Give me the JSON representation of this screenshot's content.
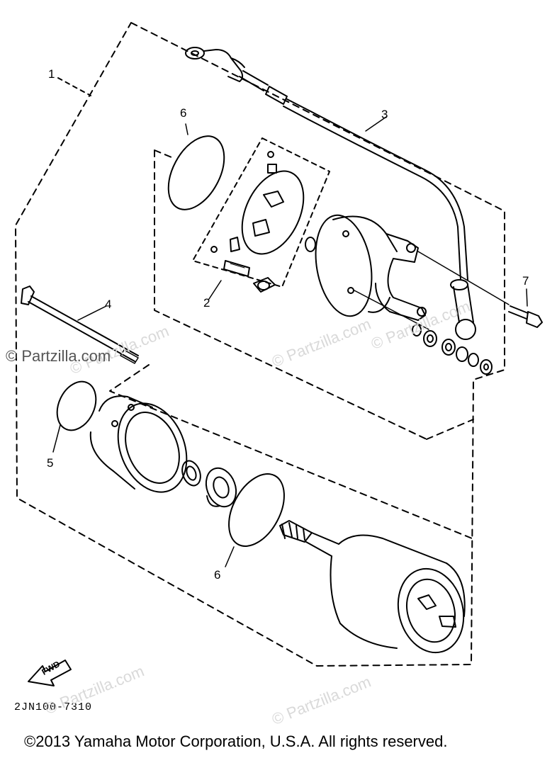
{
  "diagram": {
    "callouts": {
      "c1": "1",
      "c2": "2",
      "c3": "3",
      "c4": "4",
      "c5": "5",
      "c6a": "6",
      "c6b": "6",
      "c7": "7"
    },
    "fwd_label": "FWD",
    "part_code": "2JN100-7310",
    "copyright": "©2013 Yamaha Motor Corporation, U.S.A. All rights reserved.",
    "watermarks": {
      "w1": "© Partzilla.com",
      "w2": "© Partzilla.com",
      "w3": "© Partzilla.com",
      "w4": "© Partzilla.com",
      "w5": "© Partzilla.com",
      "w6": "© Partzilla.com"
    }
  }
}
